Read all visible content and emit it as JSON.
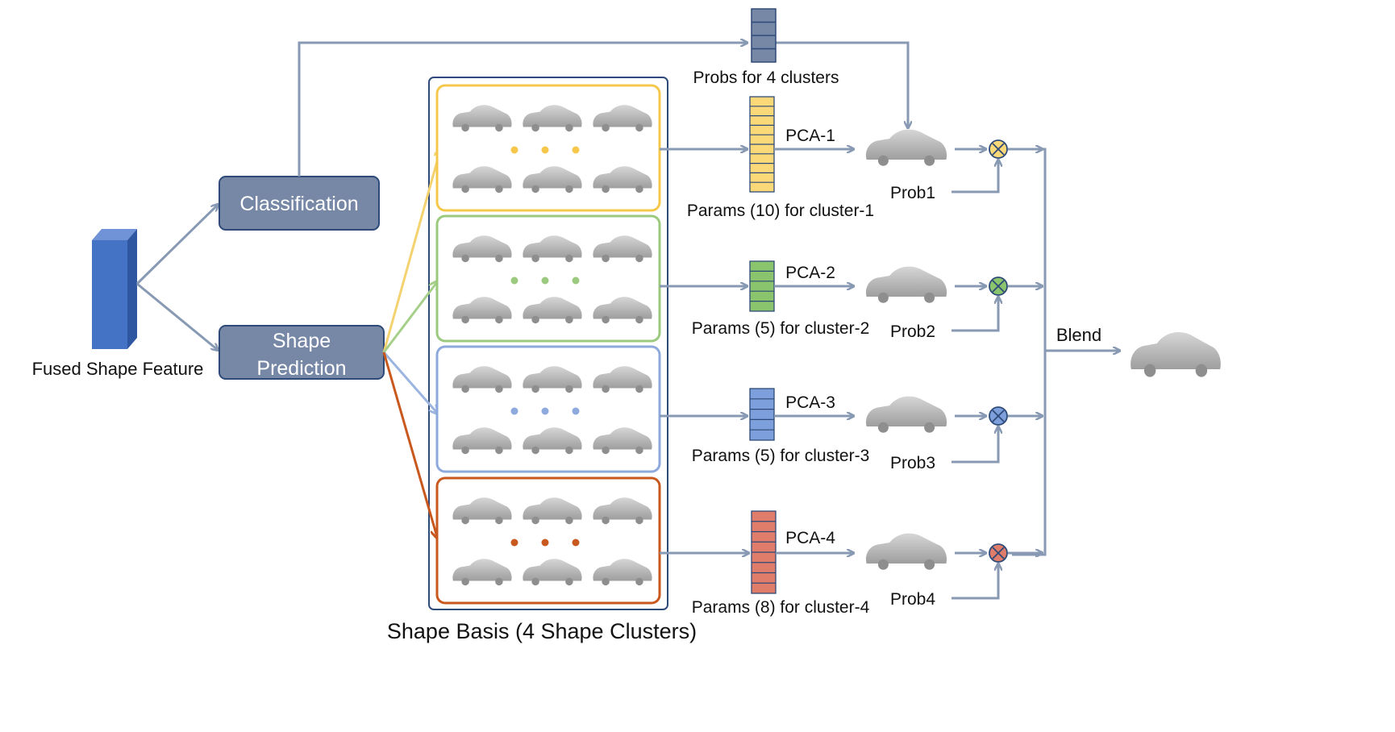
{
  "labels": {
    "fused_feature": "Fused Shape Feature",
    "classification": "Classification",
    "shape_prediction_line1": "Shape",
    "shape_prediction_line2": "Prediction",
    "probs": "Probs for 4 clusters",
    "basis_caption": "Shape Basis (4 Shape Clusters)",
    "blend": "Blend"
  },
  "clusters": [
    {
      "pca": "PCA-1",
      "params": "Params (10) for cluster-1",
      "prob": "Prob1",
      "color": "#f5c84c",
      "fill": "#fbd978",
      "cells": 10
    },
    {
      "pca": "PCA-2",
      "params": "Params (5) for cluster-2",
      "prob": "Prob2",
      "color": "#9bc97e",
      "fill": "#8ac56e",
      "cells": 5
    },
    {
      "pca": "PCA-3",
      "params": "Params (5) for cluster-3",
      "prob": "Prob3",
      "color": "#8ea9dc",
      "fill": "#7d9fdb",
      "cells": 5
    },
    {
      "pca": "PCA-4",
      "params": "Params (8) for cluster-4",
      "prob": "Prob4",
      "color": "#c8581e",
      "fill": "#e07c6a",
      "cells": 8
    }
  ],
  "colors": {
    "arrow": "#8899b3",
    "box_fill": "#7788a6",
    "box_stroke": "#2e4a78",
    "feature_block": "#4472c4",
    "basis_border": "#2e4a78",
    "probs_vector": "#7788a6",
    "car": "#bfbfbf"
  }
}
